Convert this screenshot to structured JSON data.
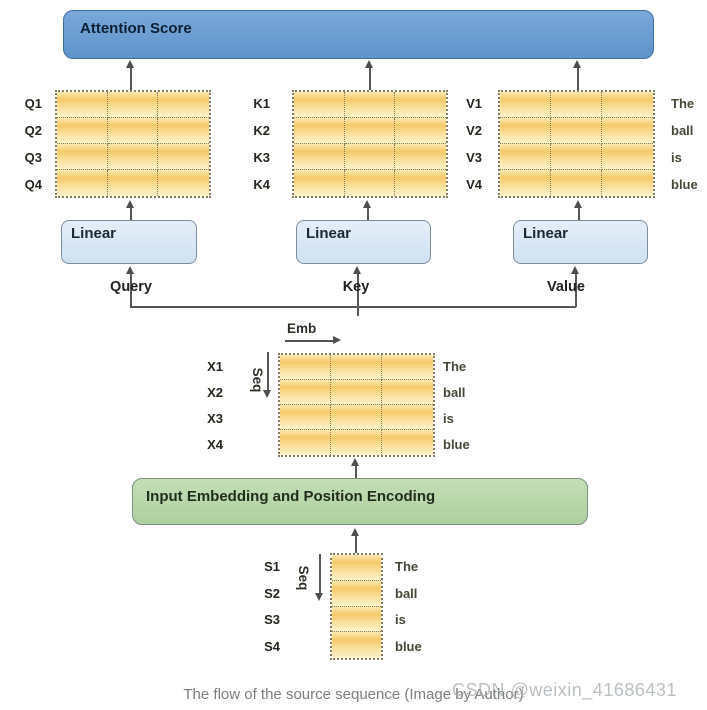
{
  "diagram": {
    "attention_box_label": "Attention Score",
    "linear_label": "Linear",
    "query_label": "Query",
    "key_label": "Key",
    "value_label": "Value",
    "emb_axis_label": "Emb",
    "seq_axis_label": "Seq",
    "embedding_box_label": "Input Embedding and Position Encoding",
    "q_rows": [
      "Q1",
      "Q2",
      "Q3",
      "Q4"
    ],
    "k_rows": [
      "K1",
      "K2",
      "K3",
      "K4"
    ],
    "v_rows": [
      "V1",
      "V2",
      "V3",
      "V4"
    ],
    "x_rows": [
      "X1",
      "X2",
      "X3",
      "X4"
    ],
    "s_rows": [
      "S1",
      "S2",
      "S3",
      "S4"
    ],
    "tokens": [
      "The",
      "ball",
      "is",
      "blue"
    ],
    "caption": "The flow of the source sequence (Image by Author)",
    "watermark": "CSDN @weixin_41686431",
    "colors": {
      "attention_box_fill": "#689bd2",
      "attention_box_border": "#41719f",
      "linear_box_fill": "#d9e7f5",
      "linear_box_border": "#7d8da0",
      "embedding_box_fill": "#b8d6aa",
      "embedding_box_border": "#7d917a",
      "cell_gold": "#f6c96a",
      "cell_cream": "#fdf2cb",
      "cell_dotted_border": "#8a7a55",
      "arrow": "#575757",
      "caption_text": "#7d7d7d",
      "watermark_text": "#a2a8ad"
    }
  }
}
